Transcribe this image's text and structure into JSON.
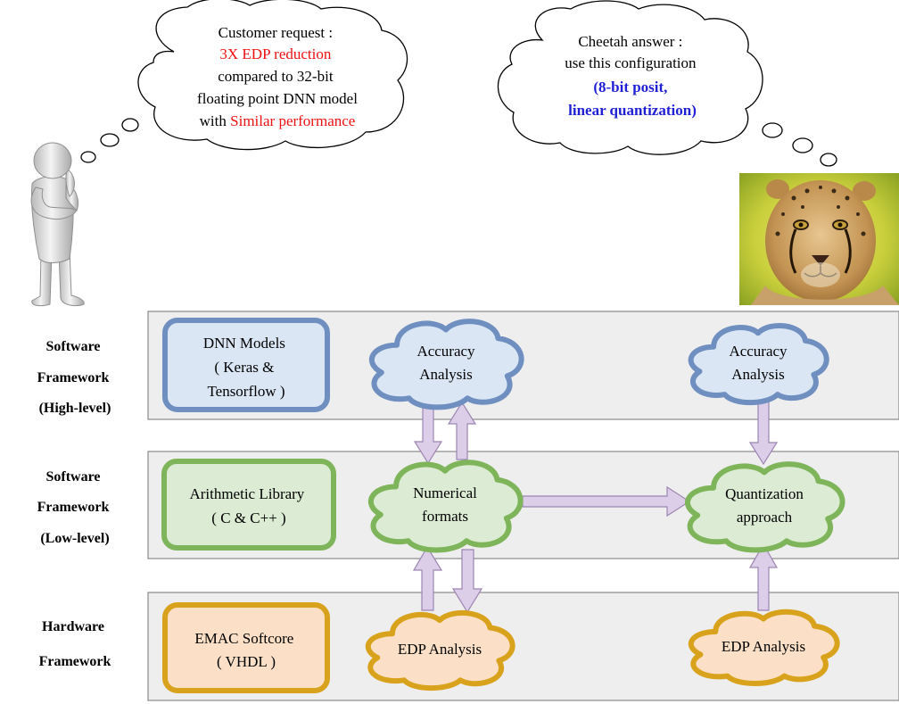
{
  "thoughts": {
    "customer": {
      "lines": [
        {
          "text": "Customer request :",
          "highlight": "none"
        },
        {
          "text": "3X EDP reduction",
          "highlight": "red"
        },
        {
          "text": "compared to 32-bit",
          "highlight": "none"
        },
        {
          "text": "floating point DNN model",
          "highlight": "none"
        }
      ],
      "last_prefix": "with ",
      "last_red": "Similar performance"
    },
    "cheetah": {
      "lines": [
        {
          "text": "Cheetah answer :",
          "highlight": "none"
        },
        {
          "text": "use this configuration",
          "highlight": "none"
        },
        {
          "text": "(8-bit posit,",
          "highlight": "blue"
        },
        {
          "text": "linear quantization)",
          "highlight": "blue"
        }
      ]
    }
  },
  "layers": [
    {
      "label_lines": [
        "Software",
        "Framework",
        "(High-level)"
      ],
      "box": {
        "lines": [
          "DNN Models",
          "( Keras &",
          "Tensorflow )"
        ]
      }
    },
    {
      "label_lines": [
        "Software",
        "Framework",
        "(Low-level)"
      ],
      "box": {
        "lines": [
          "Arithmetic Library",
          "( C & C++ )"
        ]
      }
    },
    {
      "label_lines": [
        "Hardware",
        "Framework"
      ],
      "box": {
        "lines": [
          "EMAC Softcore",
          "( VHDL )"
        ]
      }
    }
  ],
  "clouds": {
    "accuracy_left": [
      "Accuracy",
      "Analysis"
    ],
    "accuracy_right": [
      "Accuracy",
      "Analysis"
    ],
    "numerical_formats": [
      "Numerical",
      "formats"
    ],
    "quantization": [
      "Quantization",
      "approach"
    ],
    "edp_left": [
      "EDP Analysis"
    ],
    "edp_right": [
      "EDP Analysis"
    ]
  },
  "colors": {
    "band_fill": "#eeeeee",
    "band_stroke": "#8a8a8a",
    "blue_stroke": "#6e8fbf",
    "blue_fill": "#dae6f4",
    "green_stroke": "#7fb55a",
    "green_fill": "#dcecd4",
    "orange_stroke": "#d9a21c",
    "orange_fill": "#fbe0c7",
    "arrow_fill": "#dccde8",
    "arrow_stroke": "#9c86b2",
    "highlight_red": "#ee1111",
    "highlight_blue": "#1f1fd6"
  },
  "icons": {
    "person": "thinking-person-icon",
    "cheetah": "cheetah-photo"
  }
}
